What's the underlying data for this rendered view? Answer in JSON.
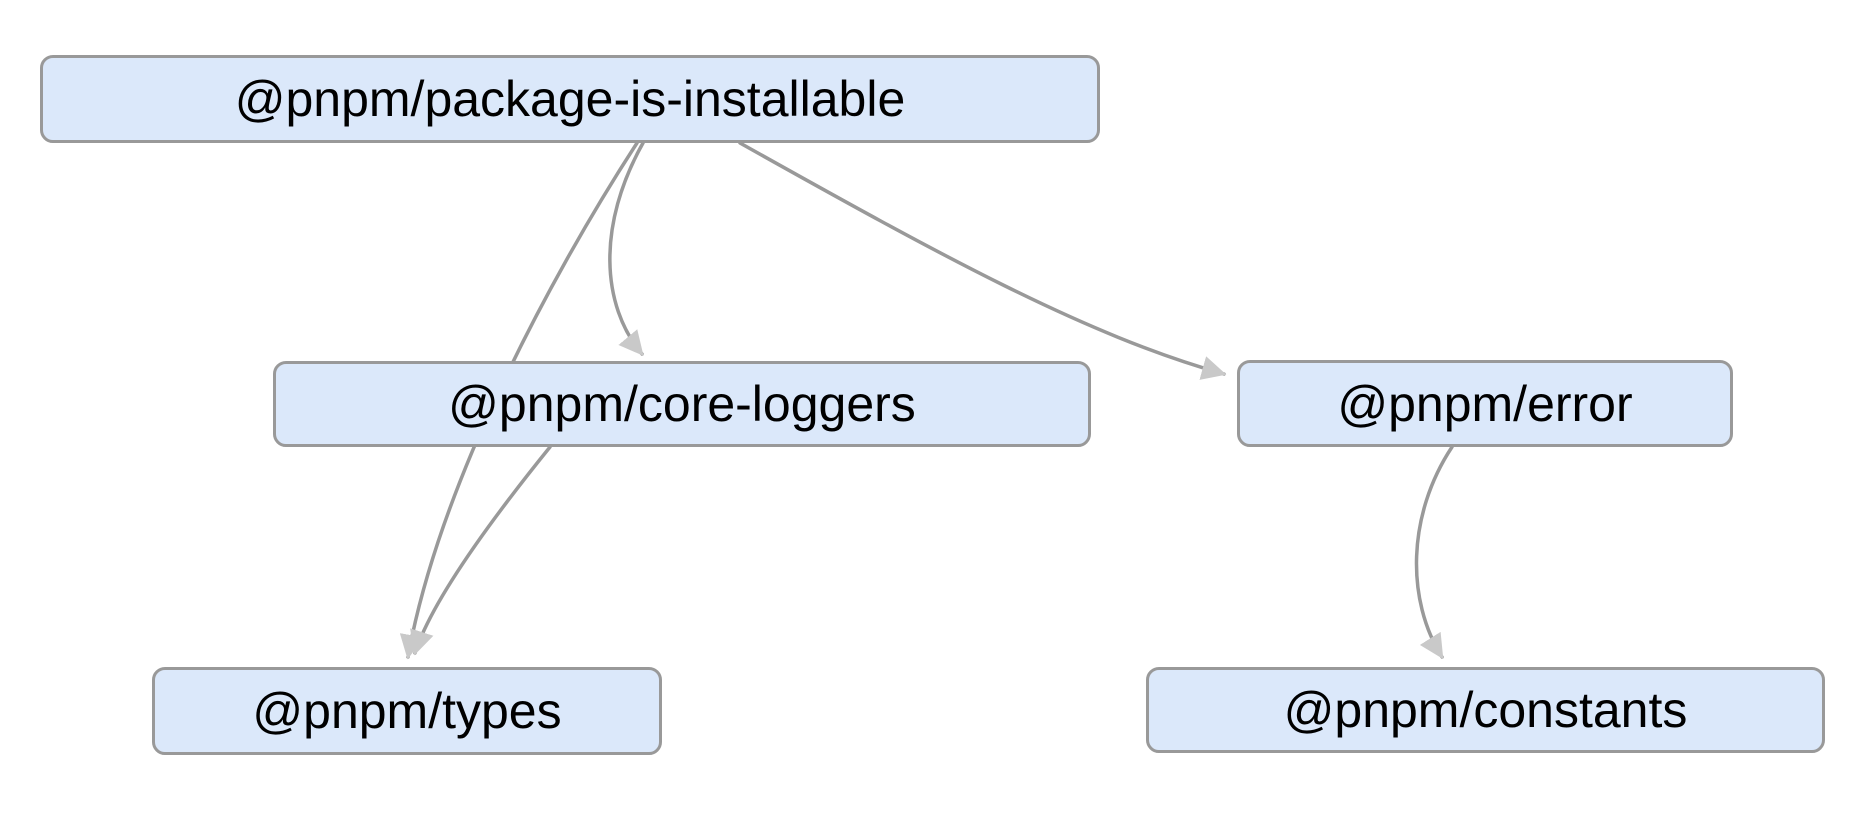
{
  "diagram": {
    "type": "dependency-graph",
    "nodes": [
      {
        "id": "package-is-installable",
        "label": "@pnpm/package-is-installable"
      },
      {
        "id": "core-loggers",
        "label": "@pnpm/core-loggers"
      },
      {
        "id": "error",
        "label": "@pnpm/error"
      },
      {
        "id": "types",
        "label": "@pnpm/types"
      },
      {
        "id": "constants",
        "label": "@pnpm/constants"
      }
    ],
    "edges": [
      {
        "from": "package-is-installable",
        "to": "core-loggers"
      },
      {
        "from": "package-is-installable",
        "to": "error"
      },
      {
        "from": "package-is-installable",
        "to": "types"
      },
      {
        "from": "core-loggers",
        "to": "types"
      },
      {
        "from": "error",
        "to": "constants"
      }
    ],
    "colors": {
      "background": "#ffffff",
      "node_fill": "#dbe8fa",
      "node_border": "#999999",
      "edge_stroke": "#999999",
      "arrowhead_fill": "#c9c9c9",
      "text": "#000000"
    }
  }
}
